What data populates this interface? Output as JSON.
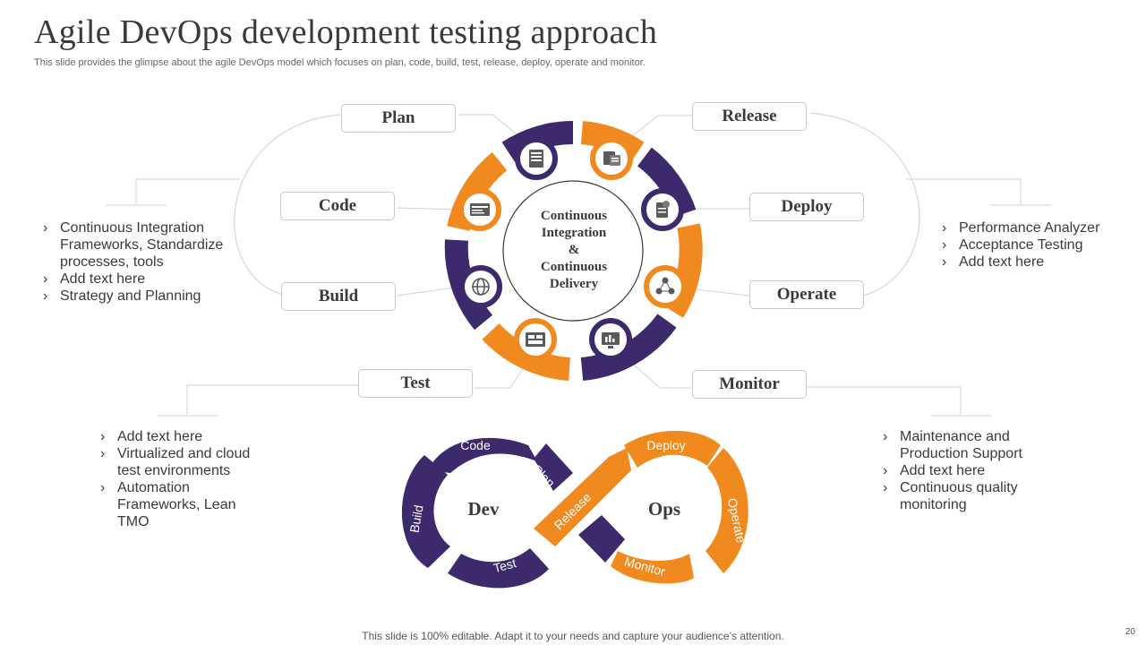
{
  "slide": {
    "title": "Agile DevOps development testing approach",
    "subtitle": "This slide provides the glimpse about the agile DevOps model which focuses on plan, code, build, test, release, deploy, operate and monitor.",
    "footer": "This slide is 100% editable. Adapt it to your needs and capture your audience’s attention.",
    "page_number": "20"
  },
  "cycle": {
    "center_lines": [
      "Continuous",
      "Integration",
      "&",
      "Continuous",
      "Delivery"
    ],
    "stages": {
      "plan": "Plan",
      "code": "Code",
      "build": "Build",
      "test": "Test",
      "release": "Release",
      "deploy": "Deploy",
      "operate": "Operate",
      "monitor": "Monitor"
    },
    "icons": [
      "server-icon",
      "invoice-icon",
      "code-window-icon",
      "global-network-icon",
      "dashboard-icon",
      "analytics-monitor-icon",
      "network-nodes-icon",
      "cloud-document-icon",
      "documents-icon"
    ],
    "colors": {
      "purple": "#3c2a6c",
      "orange": "#f08a1e",
      "gray": "#5a5a5a"
    }
  },
  "notes": {
    "left_top": [
      "Continuous Integration Frameworks, Standardize processes, tools",
      "Add text here",
      "Strategy and Planning"
    ],
    "right_top": [
      "Performance Analyzer",
      "Acceptance Testing",
      "Add text here"
    ],
    "left_bottom": [
      "Add text here",
      "Virtualized and cloud test environments",
      "Automation Frameworks, Lean TMO"
    ],
    "right_bottom": [
      "Maintenance and Production Support",
      "Add text here",
      "Continuous quality monitoring"
    ]
  },
  "infinity": {
    "dev": "Dev",
    "ops": "Ops",
    "segments": {
      "code": "Code",
      "plan": "Plan",
      "build": "Build",
      "test": "Test",
      "release": "Release",
      "deploy": "Deploy",
      "operate": "Operate",
      "monitor": "Monitor"
    }
  }
}
